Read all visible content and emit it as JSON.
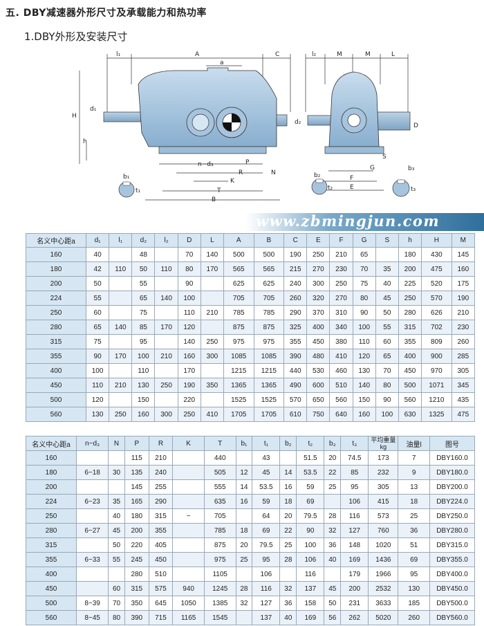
{
  "heading": "五. DBY减速器外形尺寸及承载能力和热功率",
  "subheading": "1.DBY外形及安装尺寸",
  "watermark": "www.zbmingjun.com",
  "drawing_labels": {
    "top": [
      "l₁",
      "A",
      "a",
      "C",
      "l₂",
      "M",
      "M",
      "L"
    ],
    "left": [
      "H",
      "d₁",
      "h",
      "D",
      "d₂",
      "b₁",
      "t₁",
      "b₂",
      "t₂",
      "b₃",
      "t₃"
    ],
    "bottom": [
      "n−d₃",
      "P",
      "R",
      "K",
      "T",
      "B",
      "N",
      "S",
      "G",
      "F",
      "E"
    ]
  },
  "table1": {
    "headers": [
      "名义中心距a",
      "d₁",
      "l₁",
      "d₂",
      "l₂",
      "D",
      "L",
      "A",
      "B",
      "C",
      "E",
      "F",
      "G",
      "S",
      "h",
      "H",
      "M"
    ],
    "rows": [
      {
        "a": "160",
        "d1": "40",
        "l1": "",
        "d2": "48",
        "l2": "",
        "D": "70",
        "L": "140",
        "A": "500",
        "B": "500",
        "C": "190",
        "E": "250",
        "F": "210",
        "G": "65",
        "S": "",
        "h": "180",
        "H": "430",
        "M": "145"
      },
      {
        "a": "180",
        "d1": "42",
        "l1": "110",
        "d2": "50",
        "l2": "110",
        "D": "80",
        "L": "170",
        "A": "565",
        "B": "565",
        "C": "215",
        "E": "270",
        "F": "230",
        "G": "70",
        "S": "35",
        "h": "200",
        "H": "475",
        "M": "160"
      },
      {
        "a": "200",
        "d1": "50",
        "l1": "",
        "d2": "55",
        "l2": "",
        "D": "90",
        "L": "",
        "A": "625",
        "B": "625",
        "C": "240",
        "E": "300",
        "F": "250",
        "G": "75",
        "S": "40",
        "h": "225",
        "H": "520",
        "M": "175"
      },
      {
        "a": "224",
        "d1": "55",
        "l1": "",
        "d2": "65",
        "l2": "140",
        "D": "100",
        "L": "",
        "A": "705",
        "B": "705",
        "C": "260",
        "E": "320",
        "F": "270",
        "G": "80",
        "S": "45",
        "h": "250",
        "H": "570",
        "M": "190"
      },
      {
        "a": "250",
        "d1": "60",
        "l1": "",
        "d2": "75",
        "l2": "",
        "D": "110",
        "L": "210",
        "A": "785",
        "B": "785",
        "C": "290",
        "E": "370",
        "F": "310",
        "G": "90",
        "S": "50",
        "h": "280",
        "H": "626",
        "M": "210"
      },
      {
        "a": "280",
        "d1": "65",
        "l1": "140",
        "d2": "85",
        "l2": "170",
        "D": "120",
        "L": "",
        "A": "875",
        "B": "875",
        "C": "325",
        "E": "400",
        "F": "340",
        "G": "100",
        "S": "55",
        "h": "315",
        "H": "702",
        "M": "230"
      },
      {
        "a": "315",
        "d1": "75",
        "l1": "",
        "d2": "95",
        "l2": "",
        "D": "140",
        "L": "250",
        "A": "975",
        "B": "975",
        "C": "355",
        "E": "450",
        "F": "380",
        "G": "110",
        "S": "60",
        "h": "355",
        "H": "809",
        "M": "260"
      },
      {
        "a": "355",
        "d1": "90",
        "l1": "170",
        "d2": "100",
        "l2": "210",
        "D": "160",
        "L": "300",
        "A": "1085",
        "B": "1085",
        "C": "390",
        "E": "480",
        "F": "410",
        "G": "120",
        "S": "65",
        "h": "400",
        "H": "900",
        "M": "285"
      },
      {
        "a": "400",
        "d1": "100",
        "l1": "",
        "d2": "110",
        "l2": "",
        "D": "170",
        "L": "",
        "A": "1215",
        "B": "1215",
        "C": "440",
        "E": "530",
        "F": "460",
        "G": "130",
        "S": "70",
        "h": "450",
        "H": "970",
        "M": "305"
      },
      {
        "a": "450",
        "d1": "110",
        "l1": "210",
        "d2": "130",
        "l2": "250",
        "D": "190",
        "L": "350",
        "A": "1365",
        "B": "1365",
        "C": "490",
        "E": "600",
        "F": "510",
        "G": "140",
        "S": "80",
        "h": "500",
        "H": "1071",
        "M": "345"
      },
      {
        "a": "500",
        "d1": "120",
        "l1": "",
        "d2": "150",
        "l2": "",
        "D": "220",
        "L": "",
        "A": "1525",
        "B": "1525",
        "C": "570",
        "E": "650",
        "F": "560",
        "G": "150",
        "S": "90",
        "h": "560",
        "H": "1210",
        "M": "435"
      },
      {
        "a": "560",
        "d1": "130",
        "l1": "250",
        "d2": "160",
        "l2": "300",
        "D": "250",
        "L": "410",
        "A": "1705",
        "B": "1705",
        "C": "610",
        "E": "750",
        "F": "640",
        "G": "160",
        "S": "100",
        "h": "630",
        "H": "1325",
        "M": "475"
      }
    ]
  },
  "table2": {
    "headers": [
      "名义中心距a",
      "n−d₃",
      "N",
      "P",
      "R",
      "K",
      "T",
      "b₁",
      "t₁",
      "b₂",
      "t₂",
      "b₃",
      "t₃",
      "平均重量kg",
      "油量l",
      "图号"
    ],
    "rows": [
      {
        "a": "160",
        "n": "",
        "N": "",
        "P": "115",
        "R": "210",
        "K": "",
        "T": "440",
        "b1": "",
        "t1": "43",
        "b2": "",
        "t2": "51.5",
        "b3": "20",
        "t3": "74.5",
        "wt": "173",
        "oil": "7",
        "fig": "DBY160.0"
      },
      {
        "a": "180",
        "n": "6−18",
        "N": "30",
        "P": "135",
        "R": "240",
        "K": "",
        "T": "505",
        "b1": "12",
        "t1": "45",
        "b2": "14",
        "t2": "53.5",
        "b3": "22",
        "t3": "85",
        "wt": "232",
        "oil": "9",
        "fig": "DBY180.0"
      },
      {
        "a": "200",
        "n": "",
        "N": "",
        "P": "145",
        "R": "255",
        "K": "",
        "T": "555",
        "b1": "14",
        "t1": "53.5",
        "b2": "16",
        "t2": "59",
        "b3": "25",
        "t3": "95",
        "wt": "305",
        "oil": "13",
        "fig": "DBY200.0"
      },
      {
        "a": "224",
        "n": "6−23",
        "N": "35",
        "P": "165",
        "R": "290",
        "K": "",
        "T": "635",
        "b1": "16",
        "t1": "59",
        "b2": "18",
        "t2": "69",
        "b3": "",
        "t3": "106",
        "wt": "415",
        "oil": "18",
        "fig": "DBY224.0"
      },
      {
        "a": "250",
        "n": "",
        "N": "40",
        "P": "180",
        "R": "315",
        "K": "−",
        "T": "705",
        "b1": "",
        "t1": "64",
        "b2": "20",
        "t2": "79.5",
        "b3": "28",
        "t3": "116",
        "wt": "573",
        "oil": "25",
        "fig": "DBY250.0"
      },
      {
        "a": "280",
        "n": "6−27",
        "N": "45",
        "P": "200",
        "R": "355",
        "K": "",
        "T": "785",
        "b1": "18",
        "t1": "69",
        "b2": "22",
        "t2": "90",
        "b3": "32",
        "t3": "127",
        "wt": "760",
        "oil": "36",
        "fig": "DBY280.0"
      },
      {
        "a": "315",
        "n": "",
        "N": "50",
        "P": "220",
        "R": "405",
        "K": "",
        "T": "875",
        "b1": "20",
        "t1": "79.5",
        "b2": "25",
        "t2": "100",
        "b3": "36",
        "t3": "148",
        "wt": "1020",
        "oil": "51",
        "fig": "DBY315.0"
      },
      {
        "a": "355",
        "n": "6−33",
        "N": "55",
        "P": "245",
        "R": "450",
        "K": "",
        "T": "975",
        "b1": "25",
        "t1": "95",
        "b2": "28",
        "t2": "106",
        "b3": "40",
        "t3": "169",
        "wt": "1436",
        "oil": "69",
        "fig": "DBY355.0"
      },
      {
        "a": "400",
        "n": "",
        "N": "",
        "P": "280",
        "R": "510",
        "K": "",
        "T": "1105",
        "b1": "",
        "t1": "106",
        "b2": "",
        "t2": "116",
        "b3": "",
        "t3": "179",
        "wt": "1966",
        "oil": "95",
        "fig": "DBY400.0"
      },
      {
        "a": "450",
        "n": "",
        "N": "60",
        "P": "315",
        "R": "575",
        "K": "940",
        "T": "1245",
        "b1": "28",
        "t1": "116",
        "b2": "32",
        "t2": "137",
        "b3": "45",
        "t3": "200",
        "wt": "2532",
        "oil": "130",
        "fig": "DBY450.0"
      },
      {
        "a": "500",
        "n": "8−39",
        "N": "70",
        "P": "350",
        "R": "645",
        "K": "1050",
        "T": "1385",
        "b1": "32",
        "t1": "127",
        "b2": "36",
        "t2": "158",
        "b3": "50",
        "t3": "231",
        "wt": "3633",
        "oil": "185",
        "fig": "DBY500.0"
      },
      {
        "a": "560",
        "n": "8−45",
        "N": "80",
        "P": "390",
        "R": "715",
        "K": "1165",
        "T": "1545",
        "b1": "",
        "t1": "137",
        "b2": "40",
        "t2": "169",
        "b3": "56",
        "t3": "262",
        "wt": "5020",
        "oil": "260",
        "fig": "DBY560.0"
      }
    ]
  }
}
